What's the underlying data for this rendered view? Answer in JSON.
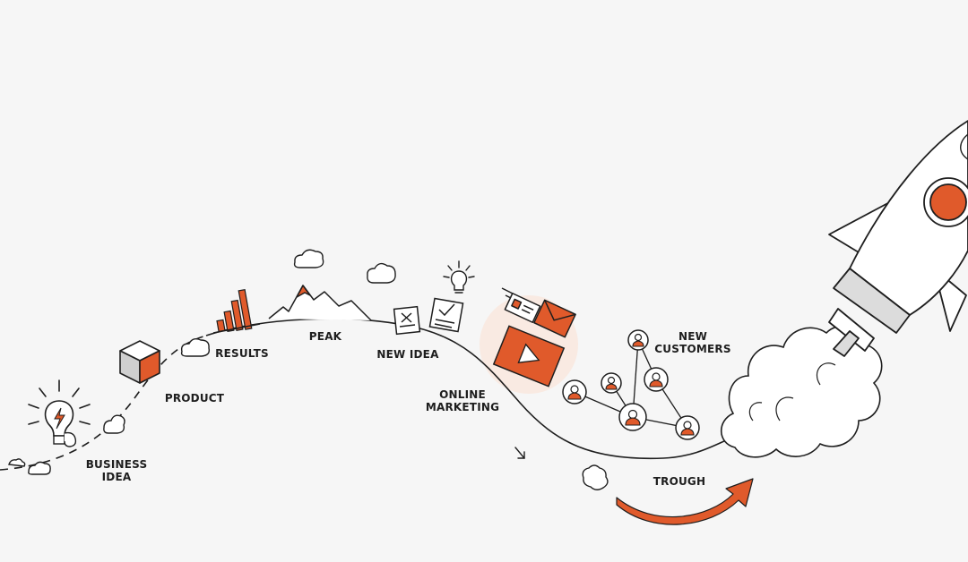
{
  "colors": {
    "accent": "#e05a2b",
    "ink": "#1e1e1e",
    "background": "#f6f6f6",
    "glow": "#fbe3d6"
  },
  "stages": {
    "business_idea": [
      "BUSINESS",
      "IDEA"
    ],
    "product": "PRODUCT",
    "results": "RESULTS",
    "peak": "PEAK",
    "new_idea": "NEW IDEA",
    "online_marketing": [
      "ONLINE",
      "MARKETING"
    ],
    "new_customers": [
      "NEW",
      "CUSTOMERS"
    ],
    "trough": "TROUGH"
  },
  "icons": [
    "lightbulb-icon",
    "cube-icon",
    "bar-chart-icon",
    "mountain-icon",
    "document-icon",
    "checklist-icon",
    "small-lightbulb-icon",
    "envelope-icon",
    "video-play-icon",
    "user-network-icon",
    "rocket-icon",
    "cloud-icon",
    "curved-arrow-icon"
  ]
}
